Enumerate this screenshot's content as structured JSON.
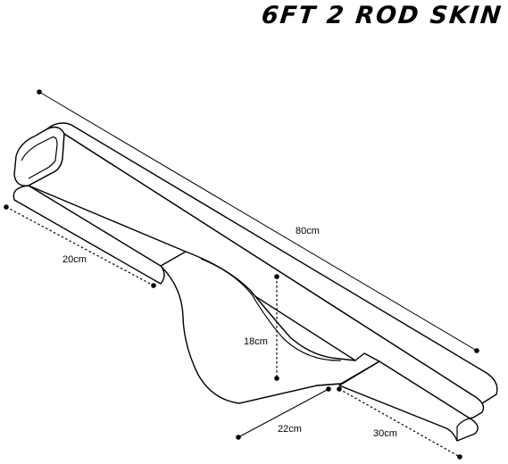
{
  "title": "6FT 2 ROD SKIN",
  "dimensions": {
    "length": "80cm",
    "left_width": "20cm",
    "height": "18cm",
    "bottom_width": "22cm",
    "right_width": "30cm"
  },
  "colors": {
    "stroke": "#000000",
    "background": "#ffffff"
  }
}
